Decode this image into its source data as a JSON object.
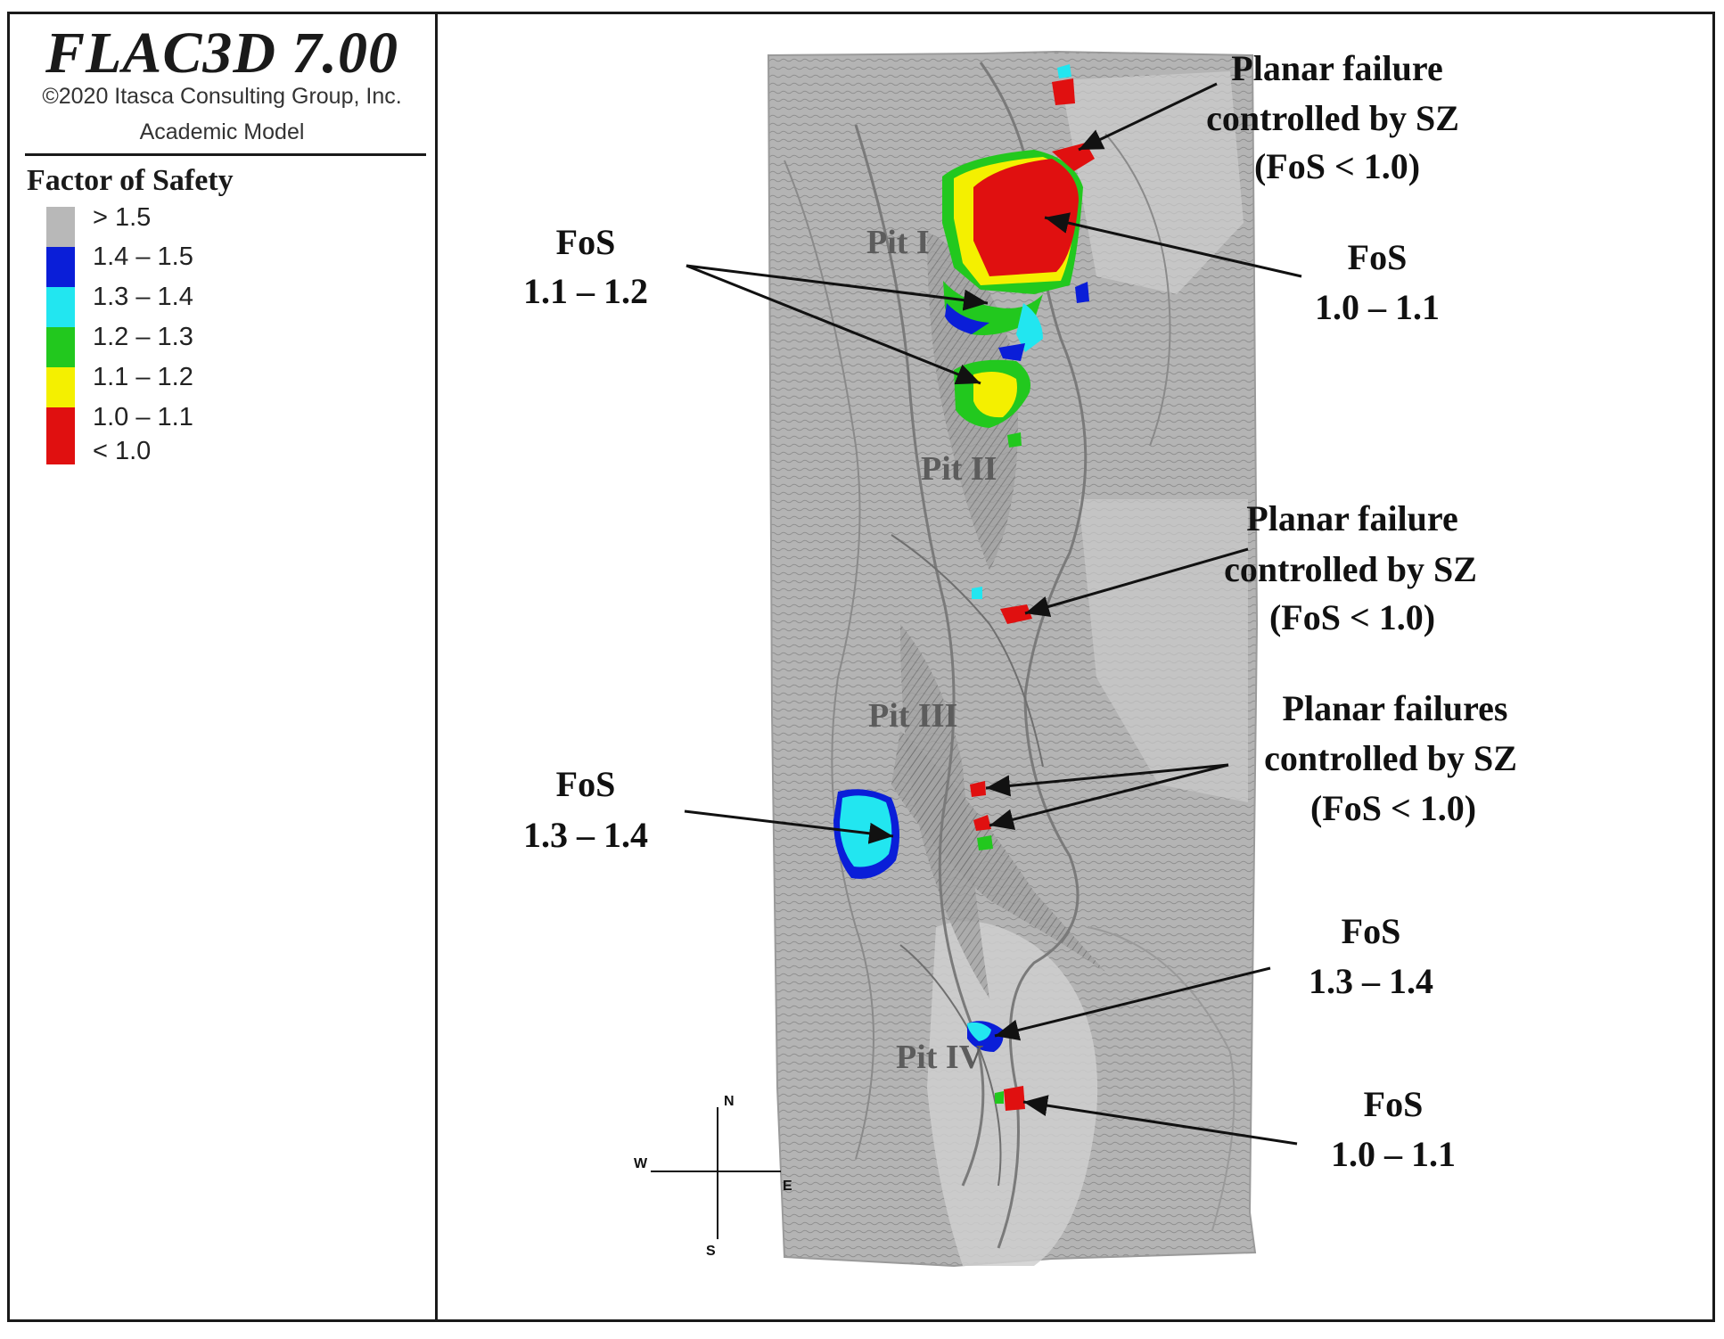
{
  "header": {
    "app_title": "FLAC3D 7.00",
    "copyright": "©2020 Itasca Consulting Group, Inc.",
    "model_type": "Academic Model"
  },
  "legend": {
    "title": "Factor of Safety",
    "entries": [
      {
        "label": "> 1.5",
        "color": "#b8b8b8"
      },
      {
        "label": "1.4 – 1.5",
        "color": "#0a1ed8"
      },
      {
        "label": "1.3 – 1.4",
        "color": "#22e6f0"
      },
      {
        "label": "1.2 – 1.3",
        "color": "#22c81e"
      },
      {
        "label": "1.1 – 1.2",
        "color": "#f4f000"
      },
      {
        "label": "1.0 – 1.1",
        "color": "#e01010"
      },
      {
        "label": "< 1.0",
        "color": "#e01010"
      }
    ]
  },
  "pits": [
    "Pit I",
    "Pit II",
    "Pit III",
    "Pit IV"
  ],
  "annotations": {
    "a1": {
      "line1": "Planar failure",
      "line2": "controlled by SZ",
      "line3": "(FoS < 1.0)"
    },
    "a2": {
      "line1": "FoS",
      "line2": "1.0 – 1.1"
    },
    "a3": {
      "line1": "FoS",
      "line2": "1.1 – 1.2"
    },
    "a4": {
      "line1": "Planar failure",
      "line2": "controlled by SZ",
      "line3": "(FoS < 1.0)"
    },
    "a5": {
      "line1": "Planar failures",
      "line2": "controlled by SZ",
      "line3": "(FoS < 1.0)"
    },
    "a6": {
      "line1": "FoS",
      "line2": "1.3 – 1.4"
    },
    "a7": {
      "line1": "FoS",
      "line2": "1.3 – 1.4"
    },
    "a8": {
      "line1": "FoS",
      "line2": "1.0 – 1.1"
    }
  },
  "compass": {
    "n": "N",
    "s": "S",
    "e": "E",
    "w": "W"
  }
}
